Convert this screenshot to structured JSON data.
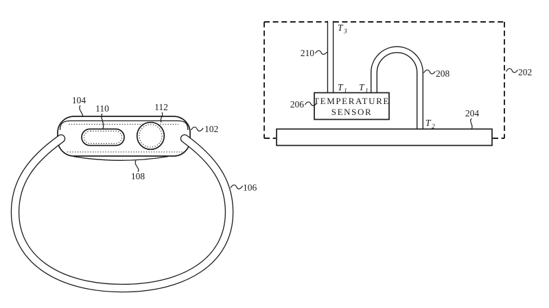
{
  "colors": {
    "ink": "#1b1b1b",
    "paper": "#ffffff"
  },
  "watch_figure": {
    "ref_102": "102",
    "ref_104": "104",
    "ref_106": "106",
    "ref_108": "108",
    "ref_110": "110",
    "ref_112": "112"
  },
  "sensor_figure": {
    "sensor_box": {
      "line1": "TEMPERATURE",
      "line2": "SENSOR"
    },
    "ref_202": "202",
    "ref_204": "204",
    "ref_206": "206",
    "ref_208": "208",
    "ref_210": "210",
    "temps": {
      "t3": {
        "base": "T",
        "sub": "3"
      },
      "t1_left": {
        "base": "T",
        "sub": "1"
      },
      "t1_right": {
        "base": "T",
        "sub": "1"
      },
      "t2": {
        "base": "T",
        "sub": "2"
      }
    }
  }
}
